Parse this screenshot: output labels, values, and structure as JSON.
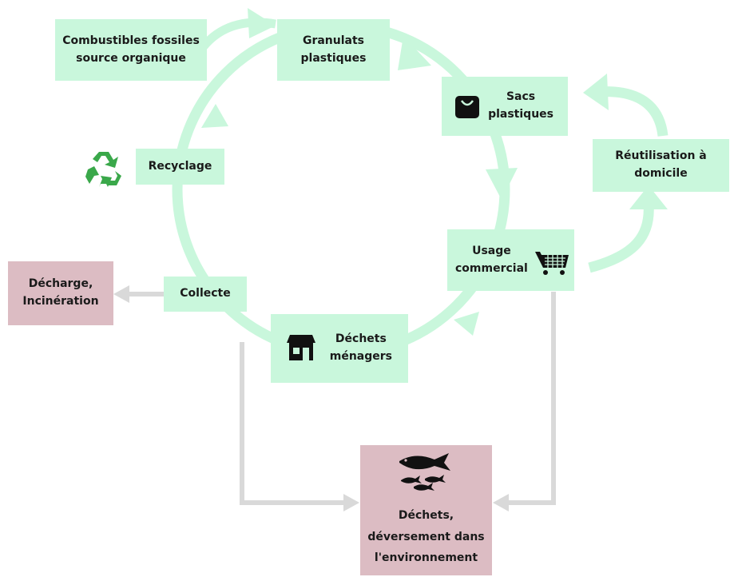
{
  "colors": {
    "cycle_arrow": "#c9f7dc",
    "node_green": "#c9f7dc",
    "node_pink": "#dcbcc3",
    "grey_arrow": "#d9d9d9",
    "recycle_icon": "#3aa84a",
    "icon_dark": "#111111"
  },
  "nodes": {
    "fossil_fuels": "Combustibles fossiles\nsource organique",
    "granules": "Granulats\nplastiques",
    "bags": "Sacs\nplastiques",
    "reuse": "Réutilisation à\ndomicile",
    "commercial_use": "Usage\ncommercial",
    "household_waste": "Déchets\nménagers",
    "collection": "Collecte",
    "recycling": "Recyclage",
    "landfill": "Décharge,\nIncinération",
    "environment": "Déchets,\ndéversement dans\nl'environnement"
  },
  "icons": {
    "recycling": "recycle-icon",
    "bags": "shopping-bag-icon",
    "commercial_use": "shopping-cart-icon",
    "household_waste": "house-icon",
    "environment": "fish-icon"
  }
}
